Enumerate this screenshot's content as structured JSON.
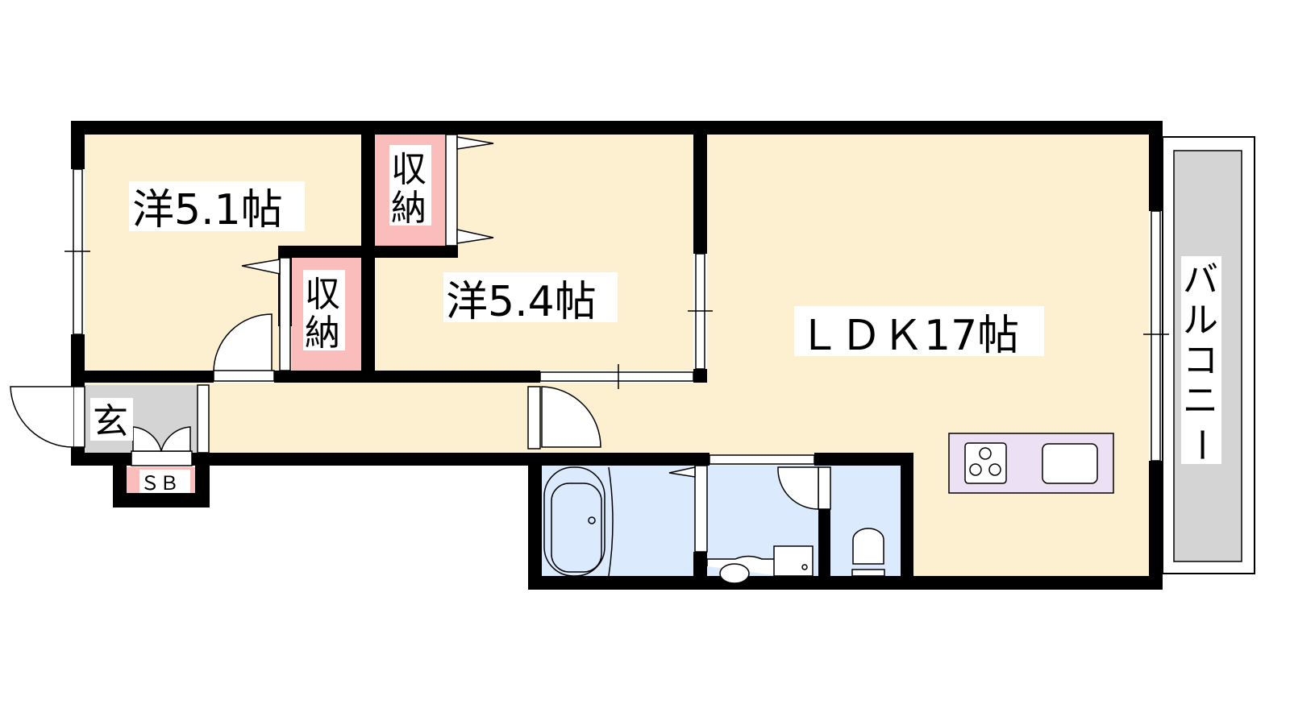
{
  "rooms": {
    "western1": "洋5.1帖",
    "western2": "洋5.4帖",
    "storage1": [
      "収",
      "納"
    ],
    "storage2": [
      "収",
      "納"
    ],
    "ldk": "ＬＤＫ17帖",
    "entrance": "玄",
    "shoe_box": "ＳＢ",
    "balcony": [
      "バ",
      "ル",
      "コ",
      "ニ",
      "ー"
    ]
  },
  "colors": {
    "room": "#fdf0d0",
    "storage": "#fbbcbc",
    "wet_area": "#dbeafc",
    "entrance": "#d4d4d4",
    "kitchen": "#ece0f4",
    "wall": "#000000"
  }
}
